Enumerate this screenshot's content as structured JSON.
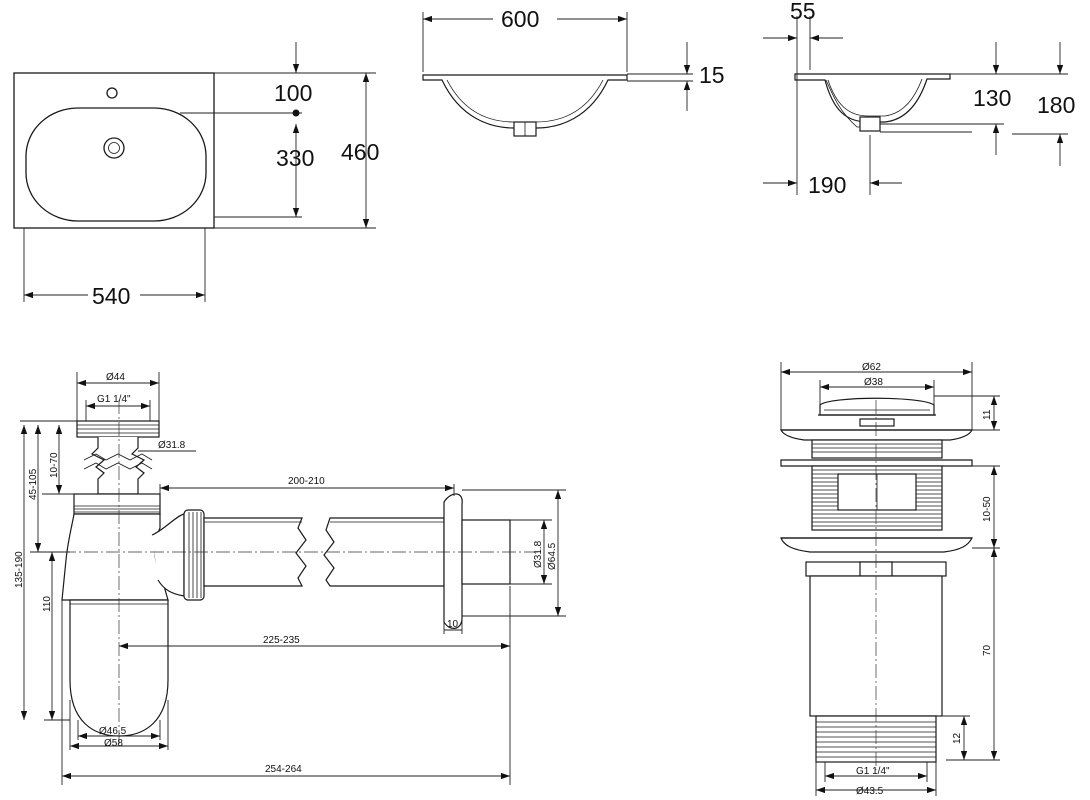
{
  "basin_top": {
    "width": "540",
    "depth": "460",
    "tap_offset": "100",
    "drain_offset": "330"
  },
  "basin_front": {
    "width": "600",
    "rim": "15"
  },
  "basin_side": {
    "rim_lip": "55",
    "bowl_depth": "130",
    "overall_height": "180",
    "drain_setback": "190"
  },
  "siphon": {
    "top_diameter": "Ø44",
    "thread": "G1 1/4\"",
    "tube_diameter": "Ø31.8",
    "vertical_a": "10-70",
    "vertical_b": "45-105",
    "vertical_total": "135-190",
    "body_height": "110",
    "horizontal_pipe": "200-210",
    "outlet_tube": "Ø31.8",
    "outlet_flange": "Ø64.5",
    "flange_thickness": "10",
    "outlet_center": "225-235",
    "overall_length": "254-264",
    "cup_inner": "Ø46.5",
    "cup_outer": "Ø58"
  },
  "drain": {
    "flange_diameter": "Ø62",
    "cap_diameter": "Ø38",
    "cap_height": "11",
    "adjust_range": "10-50",
    "body_length": "70",
    "thread_length": "12",
    "thread": "G1 1/4\"",
    "bottom_diameter": "Ø43.5"
  }
}
